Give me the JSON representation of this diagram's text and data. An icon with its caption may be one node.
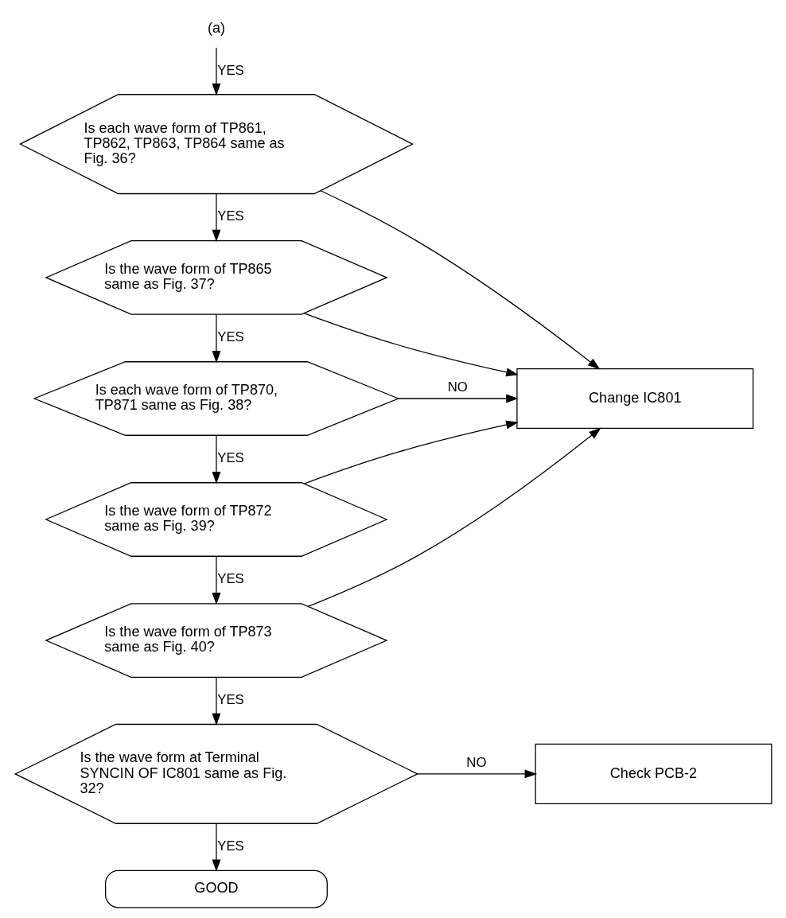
{
  "diagram": {
    "nodes": [
      {
        "text": [
          "(a)"
        ]
      },
      {
        "text": [
          "Is each wave form of TP861, TP862, TP863, TP864 same as Fig. 36?"
        ]
      },
      {
        "text": [
          "Is the wave form of TP865 same as Fig. 37?"
        ]
      },
      {
        "text": [
          "Is each wave form of TP870, TP871 same as Fig. 38?"
        ]
      },
      {
        "text": [
          "Is the wave form of TP872 same as Fig. 39?"
        ]
      },
      {
        "text": [
          "Is the wave form of TP873 same as Fig. 40?"
        ]
      },
      {
        "text": [
          "Is the wave form at Terminal SYNCIN OF IC801 same as Fig. 32?"
        ]
      },
      {
        "text": [
          "Change IC801"
        ]
      },
      {
        "text": [
          "Check PCB-2"
        ]
      },
      {
        "text": [
          "GOOD"
        ]
      }
    ],
    "edges": [
      {
        "from": 0,
        "to": 1,
        "arrow": "to",
        "label": "YES"
      },
      {
        "from": 1,
        "to": 2,
        "arrow": "to",
        "label": "YES"
      },
      {
        "from": 2,
        "to": 3,
        "arrow": "to",
        "label": "YES"
      },
      {
        "from": 3,
        "to": 4,
        "arrow": "to",
        "label": "YES"
      },
      {
        "from": 4,
        "to": 5,
        "arrow": "to",
        "label": "YES"
      },
      {
        "from": 5,
        "to": 6,
        "arrow": "to",
        "label": "YES"
      },
      {
        "from": 6,
        "to": 9,
        "arrow": "to",
        "label": "YES"
      },
      {
        "from": 1,
        "to": 7,
        "arrow": "to"
      },
      {
        "from": 2,
        "to": 7,
        "arrow": "to"
      },
      {
        "from": 3,
        "to": 7,
        "arrow": "to",
        "label": "NO"
      },
      {
        "from": 4,
        "to": 7,
        "arrow": "to"
      },
      {
        "from": 5,
        "to": 7,
        "arrow": "to"
      },
      {
        "from": 6,
        "to": 8,
        "arrow": "to",
        "label": "NO"
      }
    ]
  }
}
